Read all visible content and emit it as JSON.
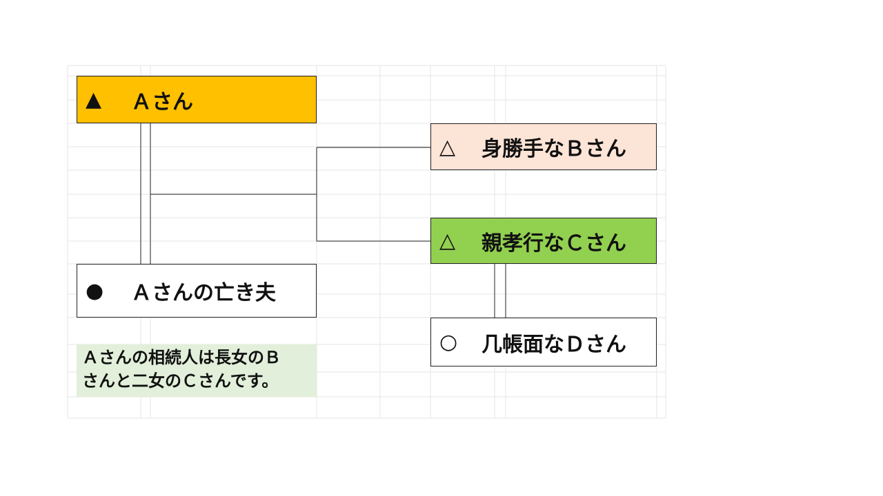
{
  "colors": {
    "person_a": "#FFC000",
    "person_b": "#FCE4D6",
    "person_c": "#92D050",
    "spouse": "#FFFFFF",
    "person_d": "#FFFFFF",
    "note_bg": "#E2EFDA",
    "line": "#444444",
    "grid": "#E6E6E6"
  },
  "persons": {
    "a": {
      "symbol": "▲",
      "name": "Ａさん"
    },
    "spouse": {
      "symbol": "●",
      "name": "Ａさんの亡き夫"
    },
    "b": {
      "symbol": "△",
      "name": "身勝手なＢさん"
    },
    "c": {
      "symbol": "△",
      "name": "親孝行なＣさん"
    },
    "d": {
      "symbol": "○",
      "name": "几帳面なＤさん"
    }
  },
  "note": {
    "line1": "Ａさんの相続人は長女のＢ",
    "line2": "さんと二女のＣさんです。"
  }
}
